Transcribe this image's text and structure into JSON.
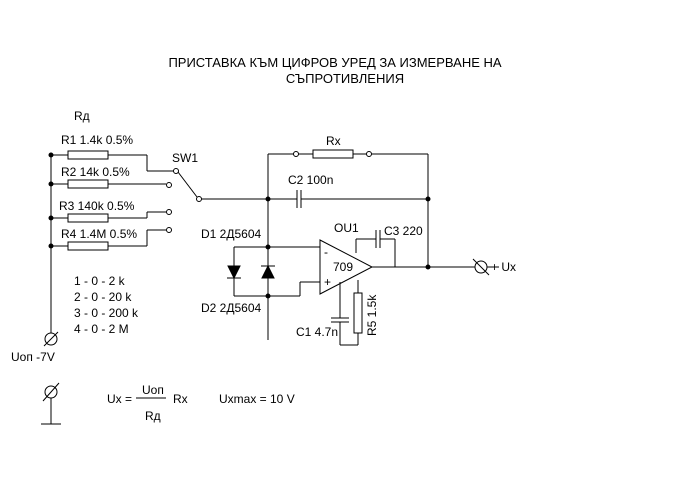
{
  "title": {
    "line1": "ПРИСТАВКА КЪМ ЦИФРОВ УРЕД ЗА ИЗМЕРВАНЕ НА",
    "line2": "СЪПРОТИВЛЕНИЯ"
  },
  "labels": {
    "rd_group": "Rд",
    "r1": "R1 1.4k 0.5%",
    "r2": "R2 14k 0.5%",
    "r3": "R3 140k 0.5%",
    "r4": "R4 1.4M 0.5%",
    "sw1": "SW1",
    "rx": "Rx",
    "c2": "C2 100n",
    "ou1": "OU1",
    "c3": "C3 220",
    "d1": "D1 2Д5604",
    "d2": "D2 2Д5604",
    "opamp": "709",
    "minus": "-",
    "plus": "+",
    "out": "+ Ux",
    "r5": "R5 1.5k",
    "c1": "C1 4.7n",
    "supply": "Uоп -7V"
  },
  "ranges": [
    "1 -  0 - 2 k",
    "2 -  0 - 20 k",
    "3 -  0 - 200 k",
    "4 -  0 - 2 M"
  ],
  "formula": {
    "lhs": "Ux =",
    "numerator": "Uоп",
    "denominator": "Rд",
    "factor": "Rx",
    "max": "Uxmax = 10 V"
  }
}
